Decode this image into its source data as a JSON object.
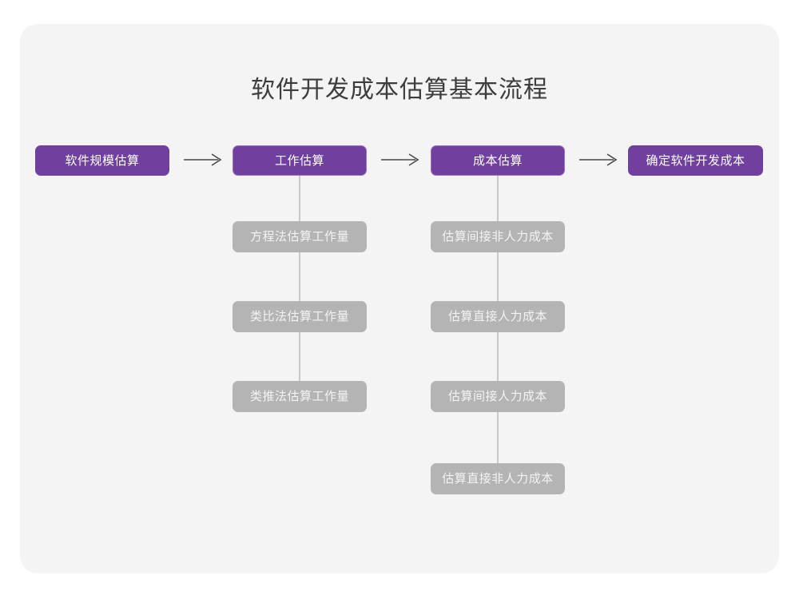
{
  "diagram": {
    "title": "软件开发成本估算基本流程",
    "colors": {
      "canvas": "#ffffff",
      "card": "#f4f4f5",
      "primary": "#70409f",
      "primary_border": "#9b6fc1",
      "sub": "#b4b4b4",
      "connector": "#c9c9c9",
      "title_text": "#3d3d3d",
      "arrow": "#4a4a4a"
    },
    "stages": [
      {
        "id": "stage-1",
        "label": "软件规模估算",
        "bordered": false,
        "children": []
      },
      {
        "id": "stage-2",
        "label": "工作估算",
        "bordered": true,
        "children": [
          {
            "id": "stage-2-child-1",
            "label": "方程法估算工作量"
          },
          {
            "id": "stage-2-child-2",
            "label": "类比法估算工作量"
          },
          {
            "id": "stage-2-child-3",
            "label": "类推法估算工作量"
          }
        ]
      },
      {
        "id": "stage-3",
        "label": "成本估算",
        "bordered": true,
        "children": [
          {
            "id": "stage-3-child-1",
            "label": "估算间接非人力成本"
          },
          {
            "id": "stage-3-child-2",
            "label": "估算直接人力成本"
          },
          {
            "id": "stage-3-child-3",
            "label": "估算间接人力成本"
          },
          {
            "id": "stage-3-child-4",
            "label": "估算直接非人力成本"
          }
        ]
      },
      {
        "id": "stage-4",
        "label": "确定软件开发成本",
        "bordered": false,
        "children": []
      }
    ],
    "arrows": [
      {
        "id": "arrow-1",
        "glyph": "⟶",
        "from": "stage-1",
        "to": "stage-2"
      },
      {
        "id": "arrow-2",
        "glyph": "⟶",
        "from": "stage-2",
        "to": "stage-3"
      },
      {
        "id": "arrow-3",
        "glyph": "⟶",
        "from": "stage-3",
        "to": "stage-4"
      }
    ]
  }
}
